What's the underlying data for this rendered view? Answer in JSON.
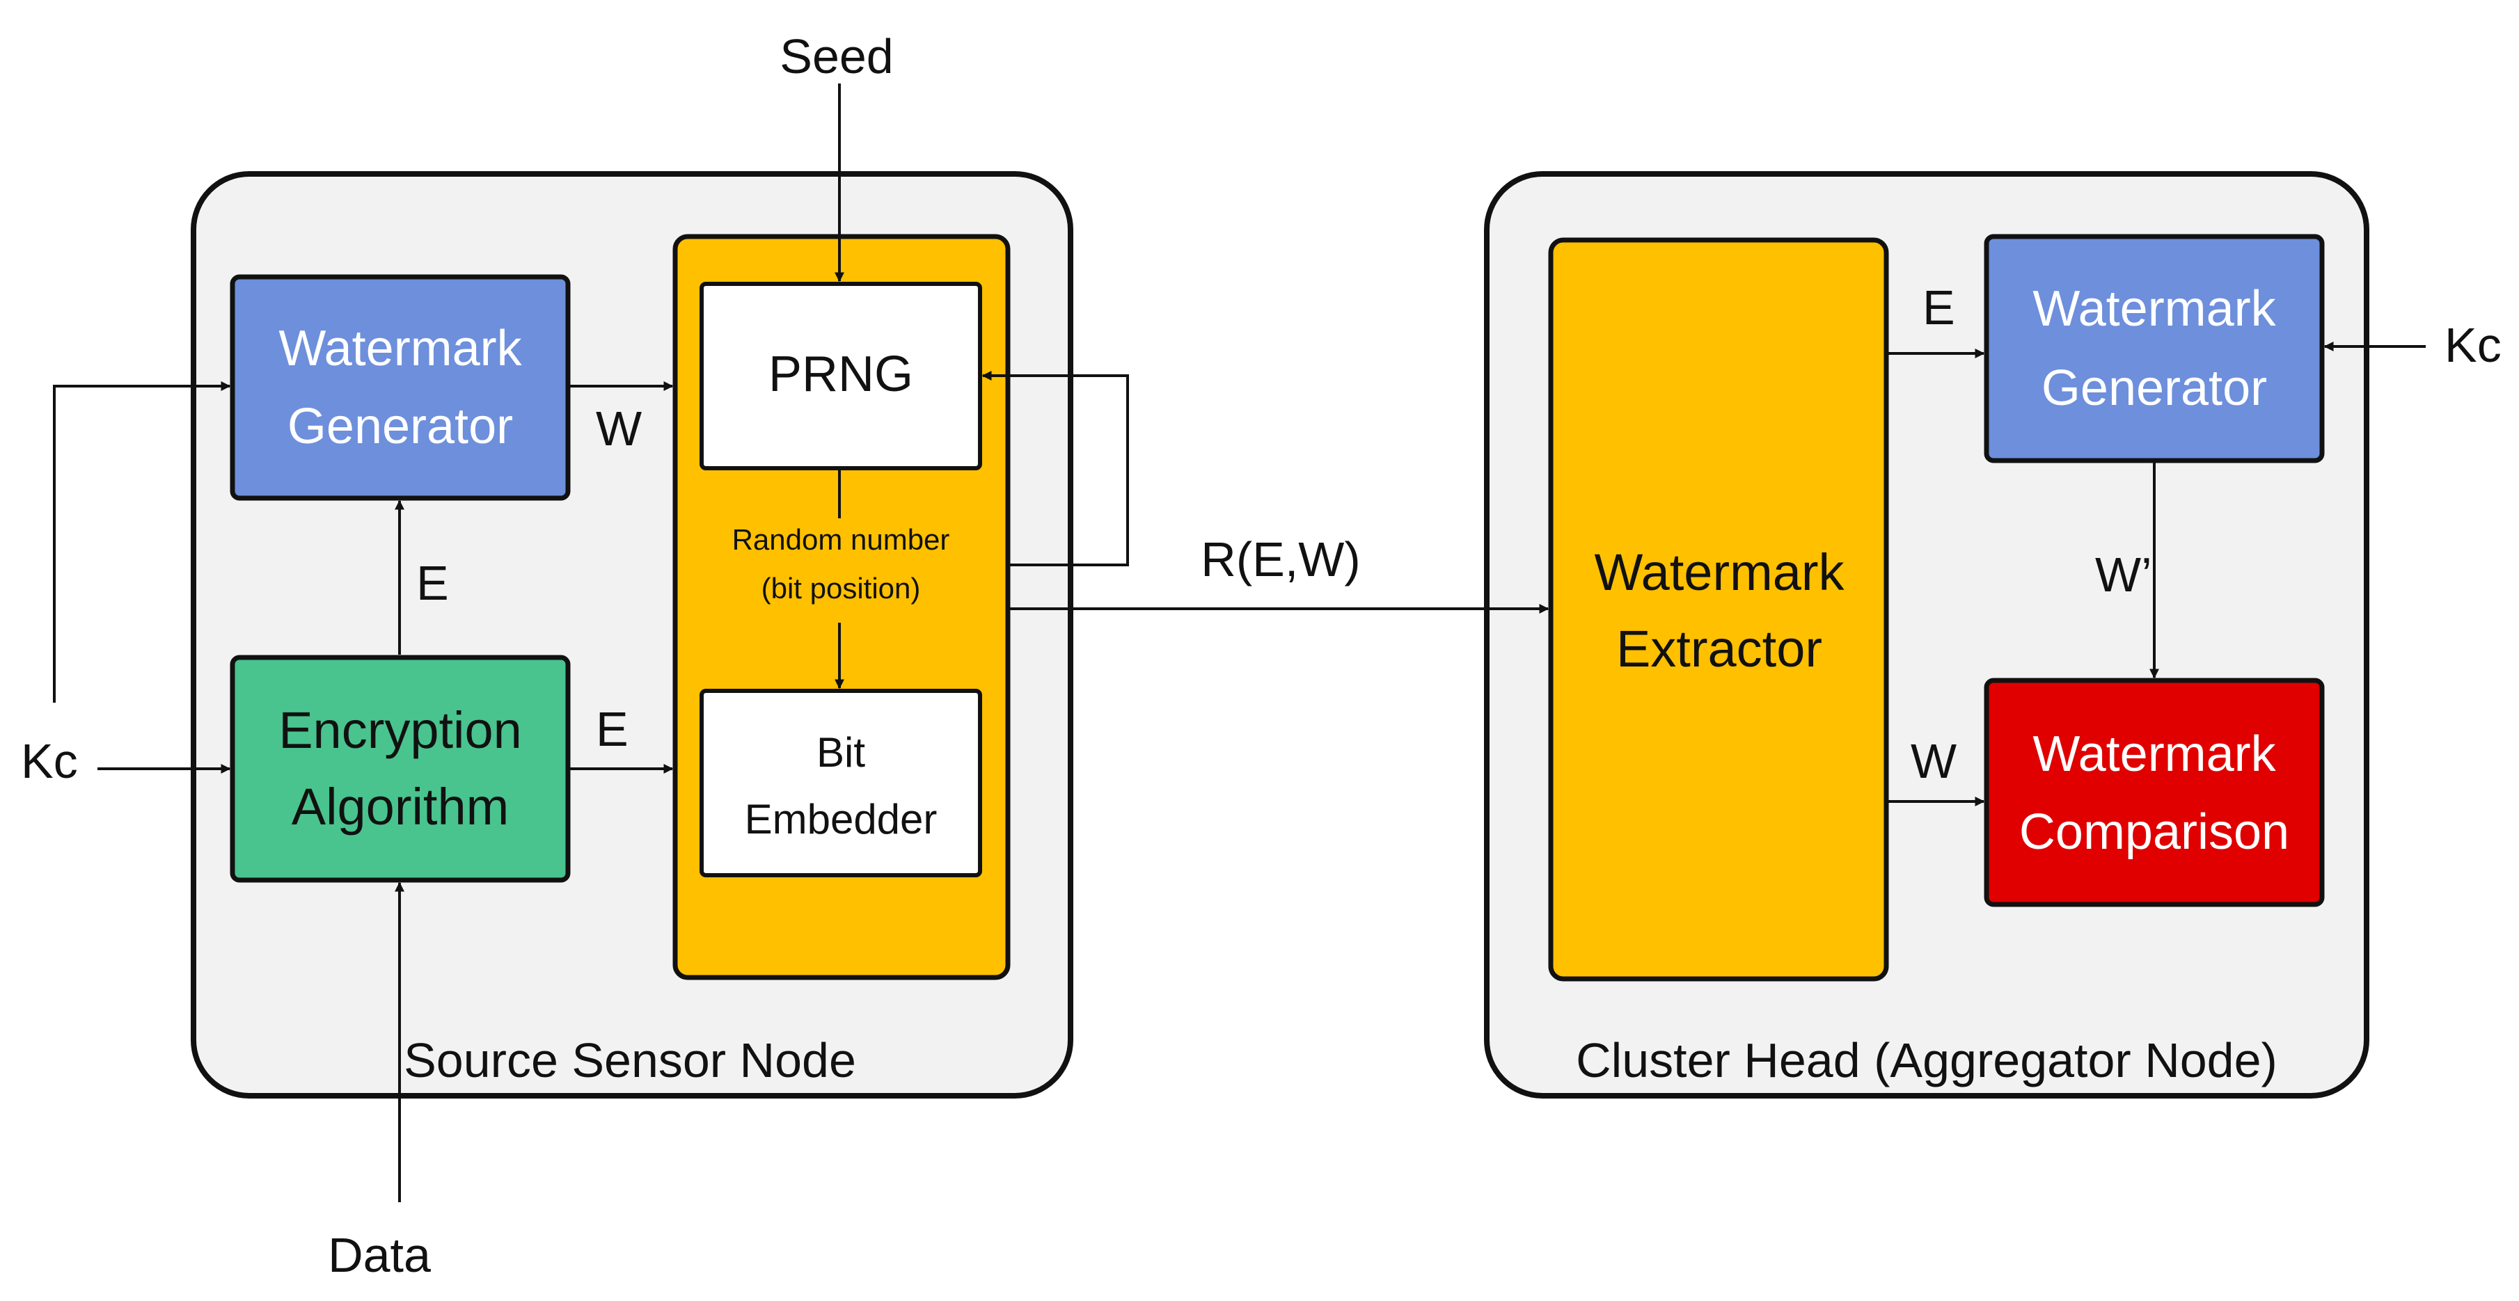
{
  "labels": {
    "seed": "Seed",
    "data": "Data",
    "kc_left": "Kc",
    "kc_right": "Kc",
    "signal_w_left": "W",
    "signal_e_vertical": "E",
    "signal_e_enc": "E",
    "random_number_line1": "Random number",
    "random_number_line2": "(bit position)",
    "output_rew": "R(E,W)",
    "signal_e_right": "E",
    "signal_w_prime": "W’",
    "signal_w_right": "W"
  },
  "source_node": {
    "title": "Source Sensor Node",
    "watermark_generator": {
      "line1": "Watermark",
      "line2": "Generator"
    },
    "encryption_algorithm": {
      "line1": "Encryption",
      "line2": "Algorithm"
    },
    "prng": "PRNG",
    "bit_embedder": {
      "line1": "Bit",
      "line2": "Embedder"
    }
  },
  "cluster_head": {
    "title": "Cluster Head (Aggregator Node)",
    "watermark_extractor": {
      "line1": "Watermark",
      "line2": "Extractor"
    },
    "watermark_generator": {
      "line1": "Watermark",
      "line2": "Generator"
    },
    "watermark_comparison": {
      "line1": "Watermark",
      "line2": "Comparison"
    }
  },
  "colors": {
    "node_fill": "#f2f2f2",
    "watermark_generator": "#6d8fdc",
    "encryption_algorithm": "#49c48e",
    "embed_panel": "#ffc000",
    "extractor": "#ffc000",
    "comparison": "#e00000",
    "white_box": "#ffffff"
  }
}
